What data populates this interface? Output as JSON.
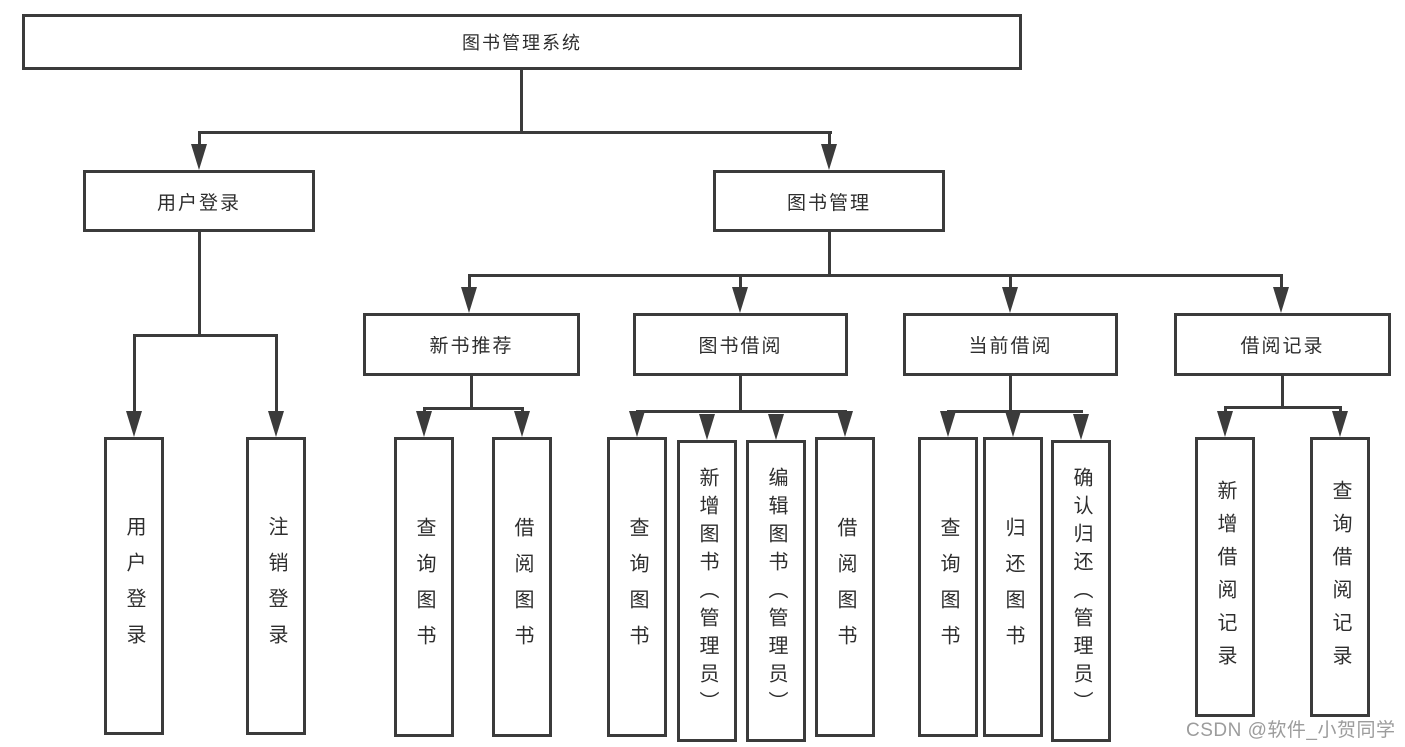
{
  "tree": {
    "label": "图书管理系统",
    "children": [
      {
        "label": "用户登录",
        "children": [
          {
            "label": "用户登录"
          },
          {
            "label": "注销登录"
          }
        ]
      },
      {
        "label": "图书管理",
        "children": [
          {
            "label": "新书推荐",
            "children": [
              {
                "label": "查询图书"
              },
              {
                "label": "借阅图书"
              }
            ]
          },
          {
            "label": "图书借阅",
            "children": [
              {
                "label": "查询图书"
              },
              {
                "label": "新增图书（管理员）"
              },
              {
                "label": "编辑图书（管理员）"
              },
              {
                "label": "借阅图书"
              }
            ]
          },
          {
            "label": "当前借阅",
            "children": [
              {
                "label": "查询图书"
              },
              {
                "label": "归还图书"
              },
              {
                "label": "确认归还（管理员）"
              }
            ]
          },
          {
            "label": "借阅记录",
            "children": [
              {
                "label": "新增借阅记录"
              },
              {
                "label": "查询借阅记录"
              }
            ]
          }
        ]
      }
    ]
  },
  "watermark": {
    "text": "CSDN @软件_小贺同学"
  },
  "colors": {
    "line": "#3b3b3b",
    "text": "#2e2e2e",
    "watermark": "#9c9c9c",
    "background": "#ffffff"
  }
}
